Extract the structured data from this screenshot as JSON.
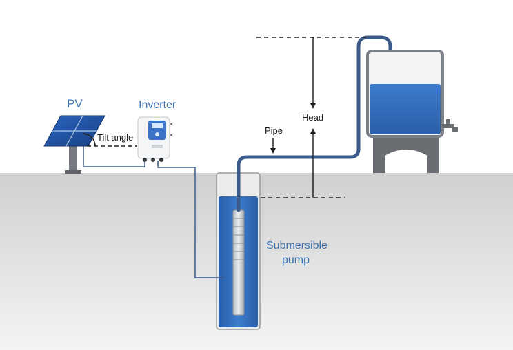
{
  "labels": {
    "pv": "PV",
    "inverter": "Inverter",
    "tilt_angle": "Tilt angle",
    "pipe": "Pipe",
    "head": "Head",
    "pump_line1": "Submersible",
    "pump_line2": "pump"
  },
  "colors": {
    "label_blue": "#3a73b4",
    "pipe": "#3d5b8a",
    "water": "#2f69b8",
    "tank_frame": "#7b7f86",
    "stand": "#6a6d72",
    "ground_top": "#d0d0d0",
    "ground_bottom": "#f4f4f4",
    "solar_panel": "#1f4f9e"
  }
}
